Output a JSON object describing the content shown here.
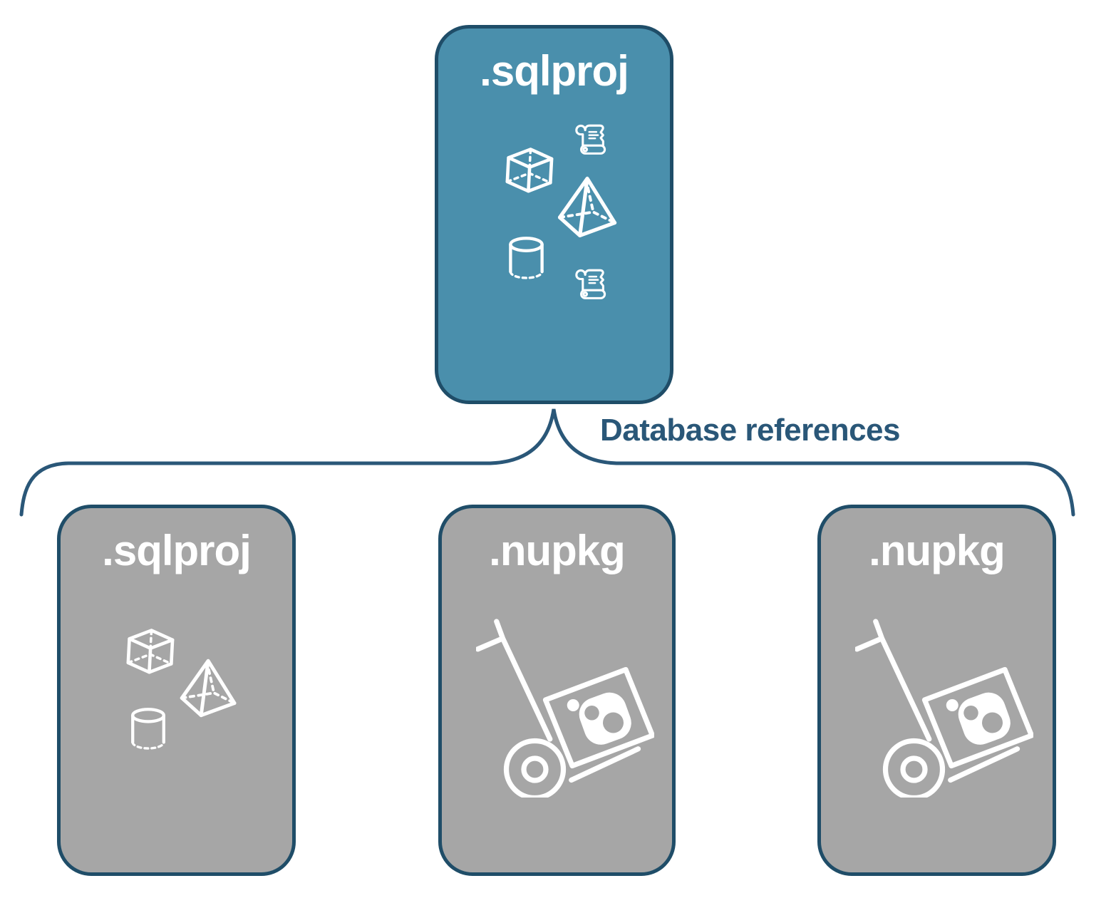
{
  "diagram": {
    "connector_label": "Database references",
    "parent_box": {
      "label": ".sqlproj",
      "icons": [
        "script-scroll-icon",
        "cube-icon",
        "pyramid-icon",
        "cylinder-icon",
        "script-scroll-icon"
      ]
    },
    "child_boxes": [
      {
        "label": ".sqlproj",
        "icons": [
          "cube-icon",
          "pyramid-icon",
          "cylinder-icon"
        ]
      },
      {
        "label": ".nupkg",
        "icons": [
          "nuget-hand-truck-icon"
        ]
      },
      {
        "label": ".nupkg",
        "icons": [
          "nuget-hand-truck-icon"
        ]
      }
    ],
    "colors": {
      "accent_teal": "#4A8FAC",
      "box_gray": "#A6A6A6",
      "border_navy": "#1F4D68",
      "line_blue": "#2A5778",
      "icon_white": "#FFFFFF"
    }
  }
}
